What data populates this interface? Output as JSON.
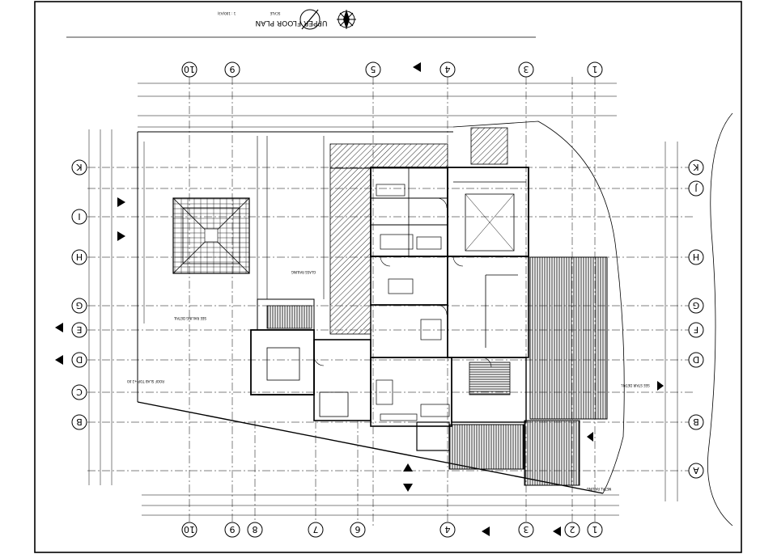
{
  "title": {
    "main": "UPPER FLOOR PLAN",
    "scale_label": "SCALE",
    "scale_value": "1 : 100(A3)"
  },
  "grid": {
    "columns": [
      "1",
      "2",
      "3",
      "4",
      "5",
      "6",
      "7",
      "8",
      "9",
      "10"
    ],
    "rows": [
      "A",
      "B",
      "C",
      "D",
      "E",
      "F",
      "G",
      "H",
      "I",
      "J",
      "K"
    ]
  },
  "notes": {
    "roof_top": "ROOF SLAB TOP +2.00",
    "see_stair_detail": "SEE STAIR DETAIL",
    "metal_railing": "METAL RAILING",
    "see_railing_detail": "SEE RAILING DETAIL",
    "glass_railing": "GLASS RAILING"
  },
  "colors": {
    "line": "#000000",
    "hatch": "#333333",
    "background": "#ffffff"
  }
}
